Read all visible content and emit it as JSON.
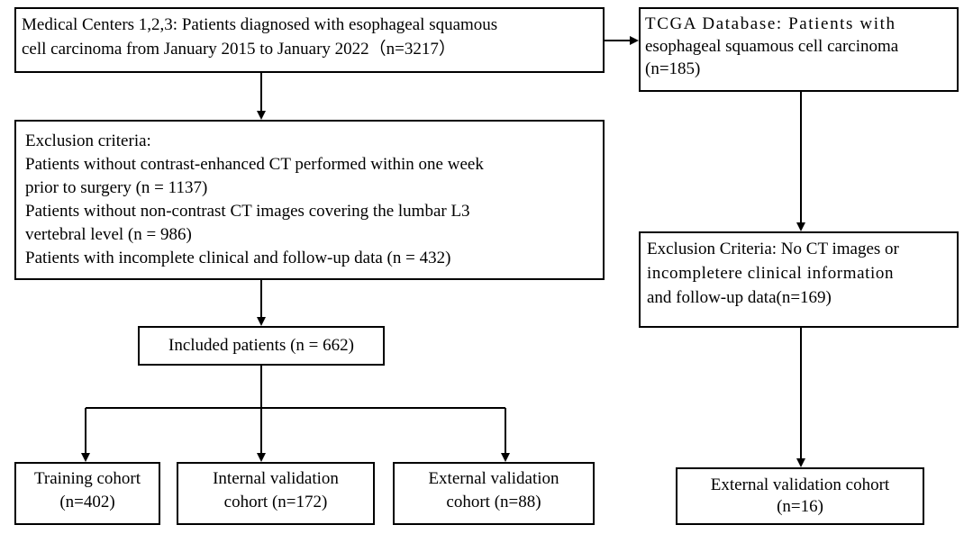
{
  "medical_centers": {
    "lines": [
      "Medical Centers 1,2,3: Patients diagnosed with esophageal squamous",
      "cell carcinoma from January 2015 to January 2022（n=3217）"
    ]
  },
  "tcga": {
    "lines": [
      "TCGA Database: Patients with",
      "esophageal squamous cell carcinoma",
      "(n=185)"
    ]
  },
  "exclusion_left": {
    "lines": [
      "Exclusion criteria:",
      "Patients without contrast-enhanced CT performed within one week",
      "prior to surgery (n = 1137)",
      "Patients without non-contrast CT images covering the lumbar L3",
      "vertebral level (n = 986)",
      "Patients with incomplete clinical and follow-up data (n = 432)"
    ]
  },
  "exclusion_right": {
    "lines": [
      "Exclusion Criteria: No CT images or",
      "incompletere clinical information",
      "and  follow-up data(n=169)"
    ]
  },
  "included": {
    "label": "Included patients (n = 662)"
  },
  "training": {
    "lines": [
      "Training cohort",
      "(n=402)"
    ]
  },
  "internal": {
    "lines": [
      "Internal validation",
      "cohort (n=172)"
    ]
  },
  "external_left": {
    "lines": [
      "External validation",
      "cohort (n=88)"
    ]
  },
  "external_right": {
    "lines": [
      "External validation cohort",
      "(n=16)"
    ]
  }
}
